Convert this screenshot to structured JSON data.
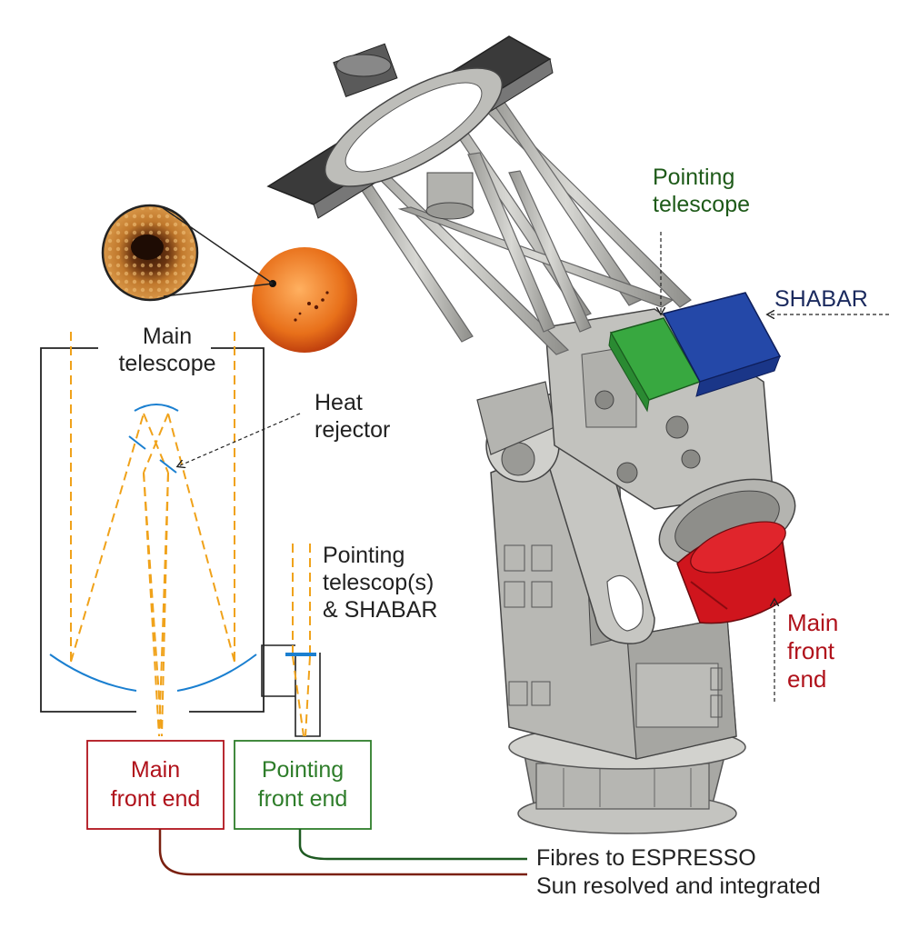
{
  "labels": {
    "main_telescope": [
      "Main",
      "telescope"
    ],
    "heat_rejector": [
      "Heat",
      "rejector"
    ],
    "pointing_telescopes": [
      "Pointing",
      "telescop(s)",
      "& SHABAR"
    ],
    "pointing_telescope_callout": [
      "Pointing",
      "telescope"
    ],
    "shabar_callout": "SHABAR",
    "main_front_end_callout": [
      "Main",
      "front",
      "end"
    ],
    "main_front_end_box": [
      "Main",
      "front end"
    ],
    "pointing_front_end_box": [
      "Pointing",
      "front end"
    ],
    "fibres": "Fibres to ESPRESSO",
    "sun": "Sun resolved and integrated"
  },
  "colors": {
    "beam": "#f0a21a",
    "mirror": "#1a7fd0",
    "main_front_end": "#b0121b",
    "pointing_front_end": "#2e7d2a",
    "pointing_label": "#1e5a19",
    "shabar_label": "#1b2a5e",
    "shabar_box": "#1f3f9a",
    "pointing_box": "#2e9a3a",
    "front_end_drum": "#d0151d",
    "sun": "#e8701a"
  }
}
